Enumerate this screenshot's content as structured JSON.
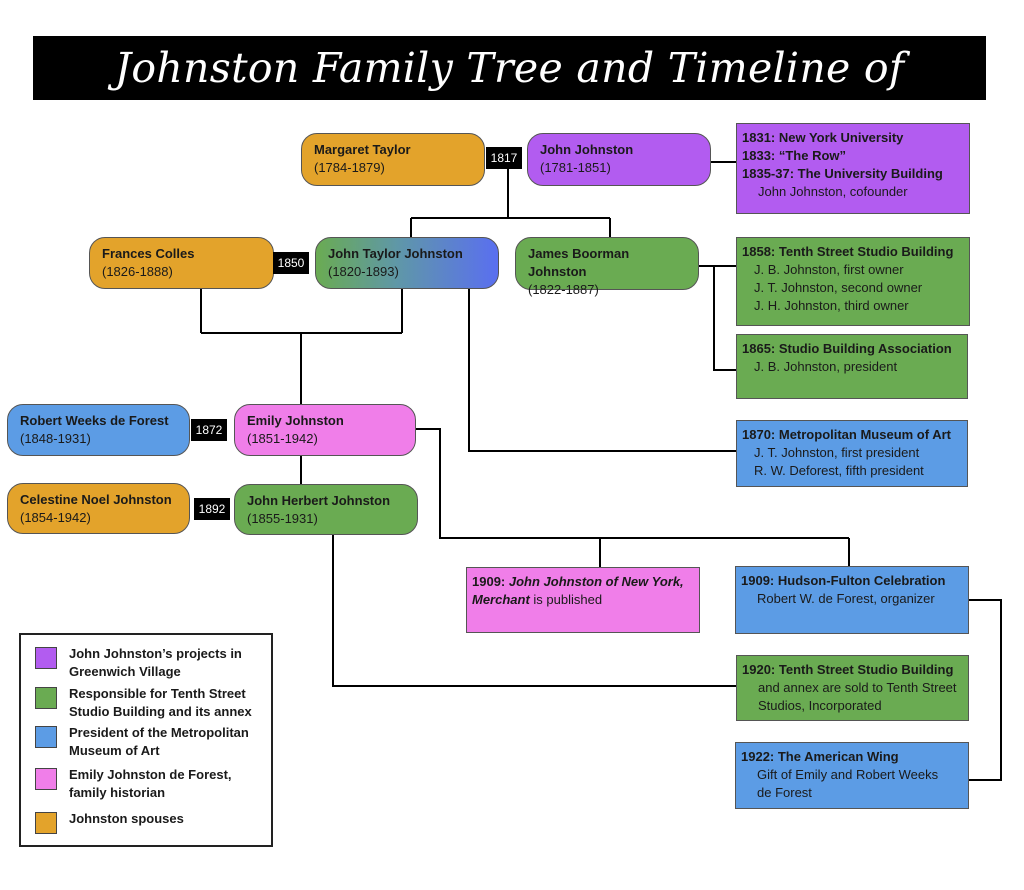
{
  "title": "Johnston Family Tree and Timeline of Patronage",
  "colors": {
    "purple": "#b25cf0",
    "green": "#6aab52",
    "blue": "#5c9ce5",
    "pink": "#f07ee9",
    "orange": "#e3a32b",
    "black": "#000000"
  },
  "people": {
    "margaret_taylor": {
      "name": "Margaret Taylor",
      "years": "(1784-1879)"
    },
    "john_johnston": {
      "name": "John Johnston",
      "years": "(1781-1851)"
    },
    "frances_colles": {
      "name": "Frances Colles",
      "years": "(1826-1888)"
    },
    "john_taylor_johnston": {
      "name": "John Taylor Johnston",
      "years": "(1820-1893)"
    },
    "james_boorman_johnston": {
      "name": "James Boorman Johnston",
      "years": "(1822-1887)"
    },
    "robert_weeks_de_forest": {
      "name": "Robert Weeks de Forest",
      "years": "(1848-1931)"
    },
    "emily_johnston": {
      "name": "Emily Johnston",
      "years": "(1851-1942)"
    },
    "celestine_noel_johnston": {
      "name": "Celestine Noel Johnston",
      "years": "(1854-1942)"
    },
    "john_herbert_johnston": {
      "name": "John Herbert Johnston",
      "years": "(1855-1931)"
    }
  },
  "marriages": {
    "m1817": "1817",
    "m1850": "1850",
    "m1872": "1872",
    "m1892": "1892"
  },
  "events": {
    "nyu": {
      "l1": "1831: New York University",
      "l2": "1833: “The Row”",
      "l3": "1835-37: The University Building",
      "l4": "John Johnston, cofounder"
    },
    "studio1858": {
      "h": "1858: Tenth Street Studio Building",
      "l1": "J. B. Johnston, first owner",
      "l2": "J. T. Johnston, second owner",
      "l3": "J. H. Johnston, third owner"
    },
    "assoc1865": {
      "h": "1865: Studio Building Association",
      "l1": "J. B. Johnston, president"
    },
    "met1870": {
      "h": "1870: Metropolitan Museum of Art",
      "l1": "J. T. Johnston, first president",
      "l2": "R. W. Deforest, fifth president"
    },
    "book1909": {
      "year": "1909:",
      "title1": "John Johnston of New York,",
      "title2": "Merchant",
      "rest": " is published"
    },
    "hudson1909": {
      "h": "1909: Hudson-Fulton Celebration",
      "l1": "Robert W. de Forest, organizer"
    },
    "sold1920": {
      "h": "1920: Tenth Street Studio Building",
      "l1": "and annex are sold to Tenth Street",
      "l2": "Studios, Incorporated"
    },
    "wing1922": {
      "h": "1922: The American Wing",
      "l1": "Gift of Emily and Robert Weeks",
      "l2": "de Forest"
    }
  },
  "legend": [
    {
      "label": "John Johnston’s projects in Greenwich Village",
      "color": "#b25cf0"
    },
    {
      "label": "Responsible for Tenth Street Studio Building and its annex",
      "color": "#6aab52"
    },
    {
      "label": "President of the Metropolitan Museum of Art",
      "color": "#5c9ce5"
    },
    {
      "label": "Emily Johnston de Forest, family historian",
      "color": "#f07ee9"
    },
    {
      "label": "Johnston spouses",
      "color": "#e3a32b"
    }
  ]
}
